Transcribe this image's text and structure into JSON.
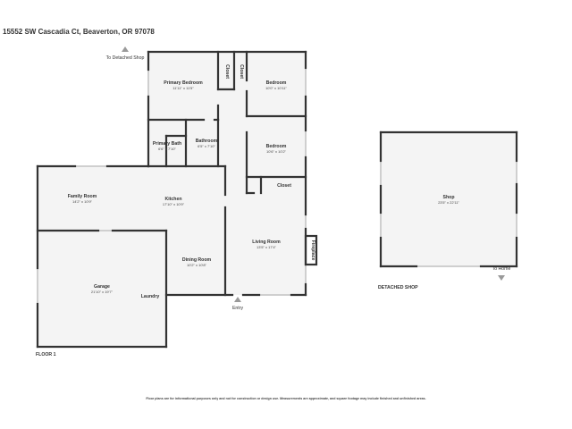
{
  "header": {
    "address": "15552 SW Cascadia Ct, Beaverton, OR 97078"
  },
  "markers": {
    "to_detached_shop": "To Detached Shop",
    "entry": "Entry",
    "to_home": "To Home"
  },
  "rooms": {
    "primary_bedroom": {
      "name": "Primary Bedroom",
      "dim": "11'11\" x 11'5\""
    },
    "closet_primary": {
      "name": "Closet"
    },
    "closet_top": {
      "name": "Closet"
    },
    "bedroom_top": {
      "name": "Bedroom",
      "dim": "10'0\" x 10'11\""
    },
    "primary_bath": {
      "name": "Primary Bath",
      "dim": "6'6\" x 7'10\""
    },
    "bathroom": {
      "name": "Bathroom",
      "dim": "6'5\" x 7'10\""
    },
    "bedroom_mid": {
      "name": "Bedroom",
      "dim": "10'6\" x 10'2\""
    },
    "closet_mid": {
      "name": "Closet"
    },
    "family_room": {
      "name": "Family Room",
      "dim": "14'2\" x 10'9\""
    },
    "kitchen": {
      "name": "Kitchen",
      "dim": "17'10\" x 10'9\""
    },
    "living_room": {
      "name": "Living Room",
      "dim": "13'5\" x 17'4\""
    },
    "fireplace": {
      "name": "Fireplace"
    },
    "dining_room": {
      "name": "Dining Room",
      "dim": "10'2\" x 10'8\""
    },
    "garage": {
      "name": "Garage",
      "dim": "21'10\" x 19'7\""
    },
    "laundry": {
      "name": "Laundry"
    },
    "shop": {
      "name": "Shop",
      "dim": "23'5\" x 22'11\""
    }
  },
  "labels": {
    "floor_1": "FLOOR 1",
    "detached_shop": "DETACHED SHOP"
  },
  "footer": {
    "disclaimer": "Floor plans are for informational purposes only and not for construction or design use. Measurements are approximate, and square footage may include finished and unfinished areas."
  },
  "colors": {
    "wall": "#333333",
    "floor": "#f4f4f4",
    "window": "#cfcfcf",
    "marker": "#9a9a9a"
  }
}
